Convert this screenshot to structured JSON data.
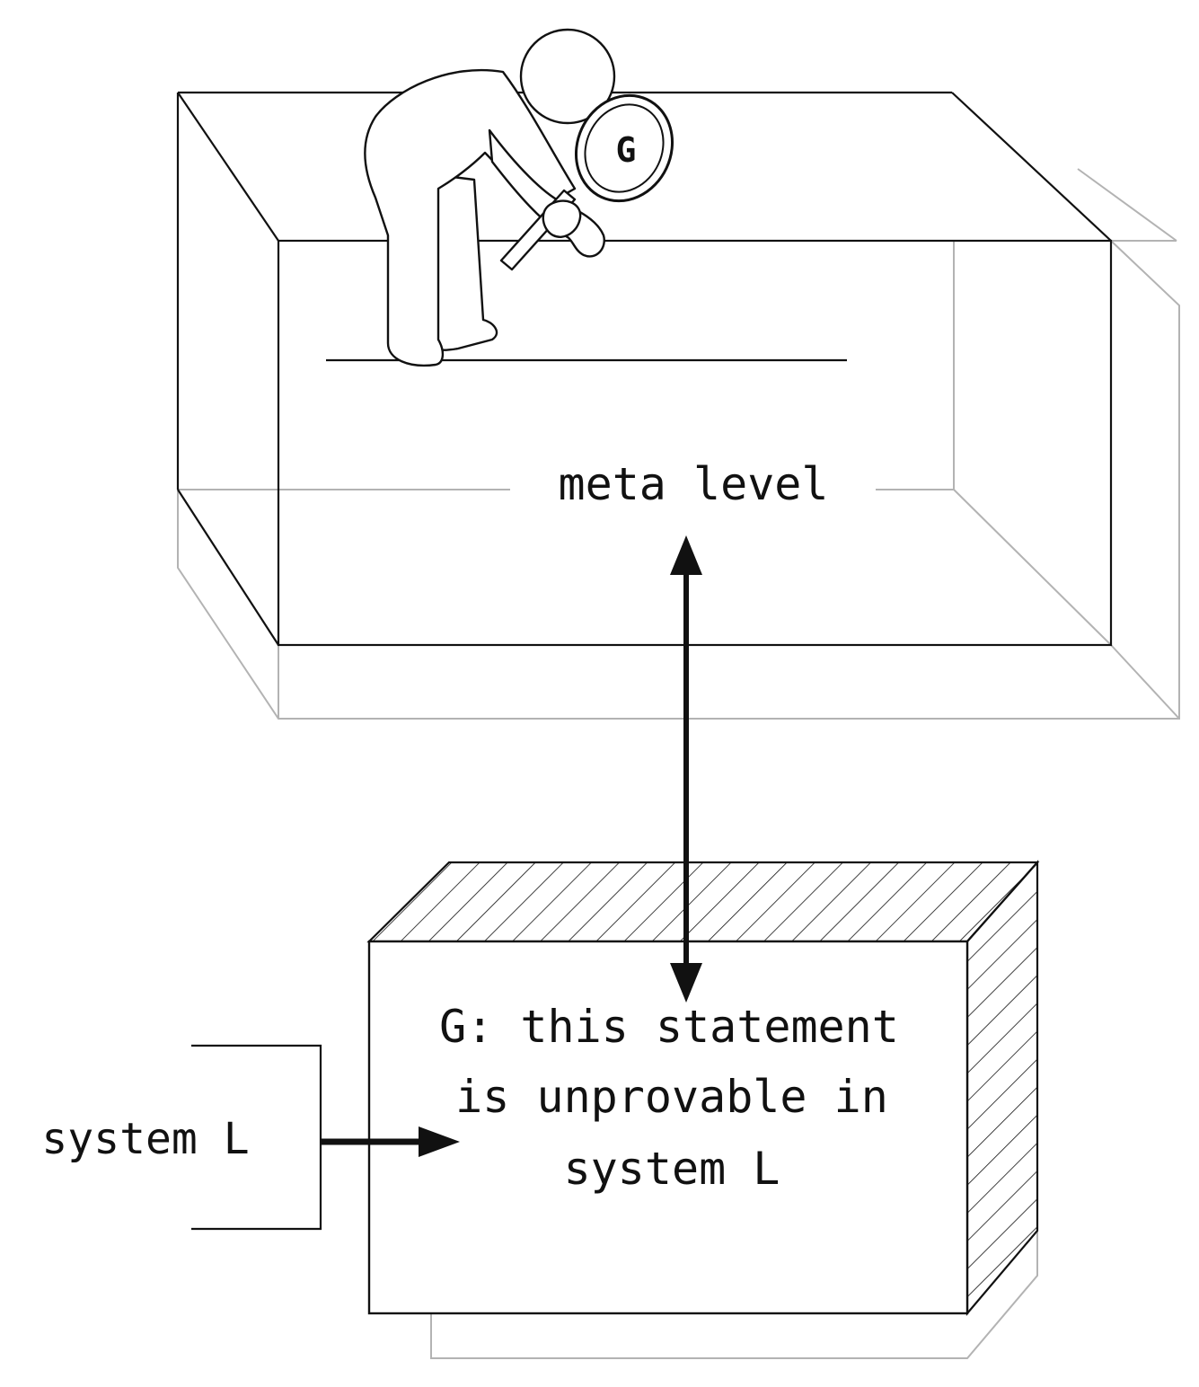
{
  "labels": {
    "meta_level": "meta level",
    "system_l": "system L",
    "magnifier_letter": "G",
    "statement_lines": [
      "G: this statement",
      "is unprovable in",
      "system L"
    ]
  },
  "colors": {
    "stroke": "#111111",
    "faint_stroke": "#b3b3b3",
    "background": "#ffffff"
  }
}
